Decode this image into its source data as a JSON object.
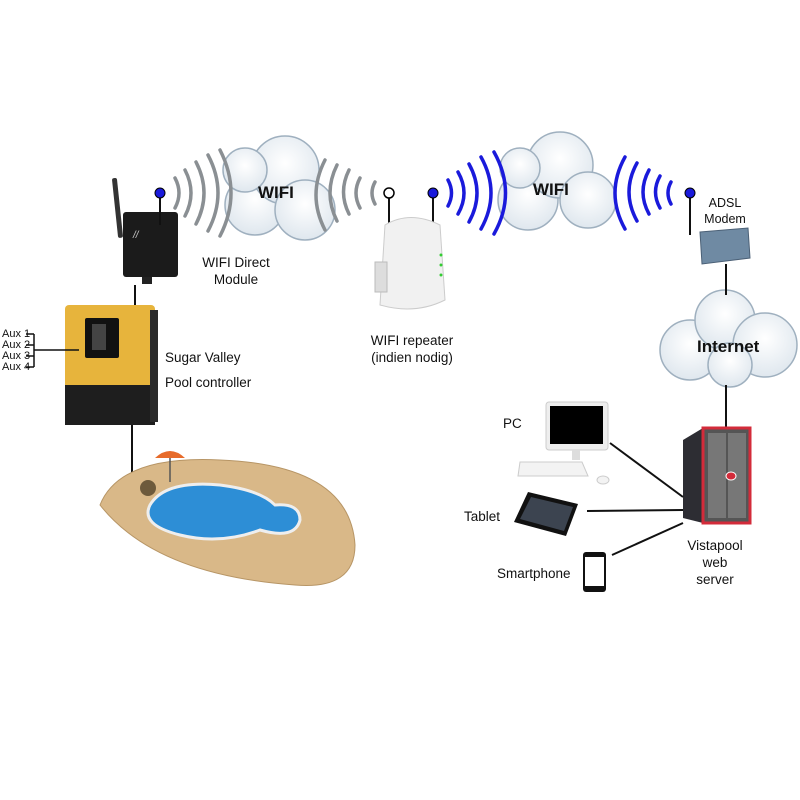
{
  "clouds": {
    "wifi_left": "WIFI",
    "wifi_right": "WIFI",
    "internet": "Internet"
  },
  "wifi_module": {
    "line1": "WIFI Direct",
    "line2": "Module"
  },
  "controller": {
    "line1": "Sugar Valley",
    "line2": "Pool controller",
    "aux": [
      "Aux 1",
      "Aux 2",
      "Aux 3",
      "Aux 4"
    ]
  },
  "repeater": {
    "line1": "WIFI repeater",
    "line2": "(indien nodig)"
  },
  "modem": {
    "line1": "ADSL",
    "line2": "Modem"
  },
  "server": {
    "line1": "Vistapool",
    "line2": "web",
    "line3": "server"
  },
  "clients": {
    "pc": "PC",
    "tablet": "Tablet",
    "smartphone": "Smartphone"
  },
  "colors": {
    "signal_blue": "#1a1adb",
    "signal_grey": "#8a8f93",
    "controller_yellow": "#e7b43c",
    "server_red": "#d32b3a"
  }
}
